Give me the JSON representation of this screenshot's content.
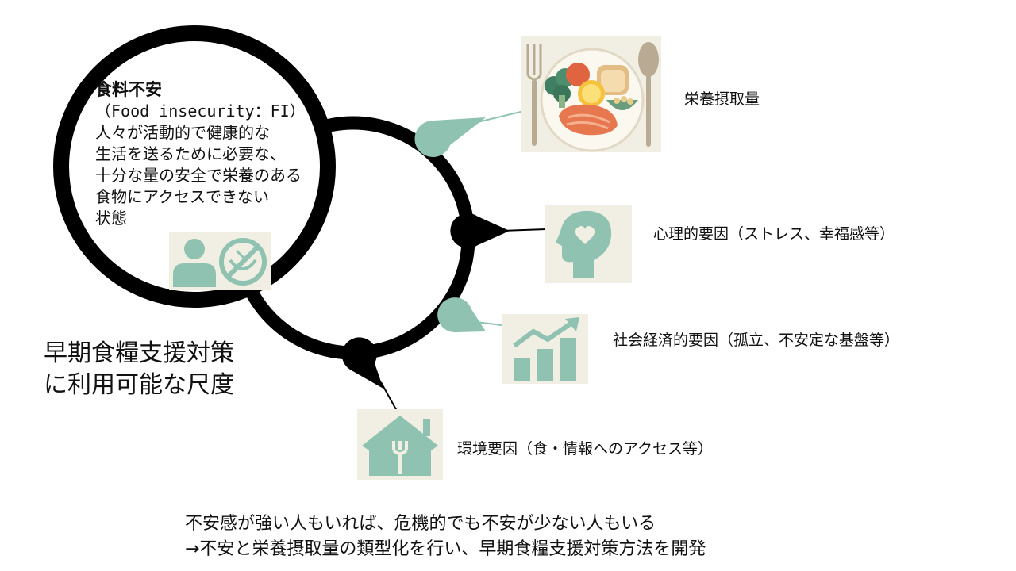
{
  "definition": {
    "title": "食料不安",
    "english": "（Food insecurity：FI）",
    "lines": [
      "人々が活動的で健康的な",
      "生活を送るために必要な、",
      "十分な量の安全で栄養のある",
      "食物にアクセスできない",
      "状態"
    ]
  },
  "side_title": {
    "line1": "早期食糧支援対策",
    "line2": "に利用可能な尺度"
  },
  "factors": [
    {
      "label": "栄養摂取量",
      "icon": "food-plate-icon"
    },
    {
      "label": "心理的要因（ストレス、幸福感等）",
      "icon": "head-heart-icon"
    },
    {
      "label": "社会経済的要因（孤立、不安定な基盤等）",
      "icon": "growth-chart-icon"
    },
    {
      "label": "環境要因（食・情報へのアクセス等）",
      "icon": "house-fork-icon"
    }
  ],
  "bottom_text": {
    "line1": "不安感が強い人もいれば、危機的でも不安が少ない人もいる",
    "line2": "→不安と栄養摂取量の類型化を行い、早期食糧支援対策方法を開発"
  },
  "colors": {
    "teal": "#8fc2b0",
    "icon_bg": "#f1efe3",
    "ring": "#000000"
  },
  "icons": {
    "person": "person-icon",
    "no_food": "no-food-icon"
  }
}
